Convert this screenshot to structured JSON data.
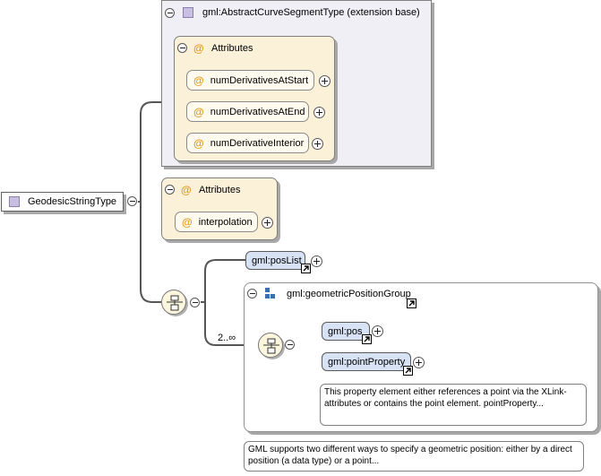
{
  "root": {
    "label": "GeodesicStringType"
  },
  "extension": {
    "label": "gml:AbstractCurveSegmentType (extension base)",
    "attributes_title": "Attributes",
    "attributes": [
      "numDerivativesAtStart",
      "numDerivativesAtEnd",
      "numDerivativeInterior"
    ]
  },
  "own_attributes": {
    "title": "Attributes",
    "items": [
      "interpolation"
    ]
  },
  "sequence": {
    "posList": "gml:posList",
    "occurrence": "2..∞",
    "group": {
      "label": "gml:geometricPositionGroup",
      "elements": [
        "gml:pos",
        "gml:pointProperty"
      ],
      "pointProperty_doc": "This property element either references a point via the XLink-attributes or contains the point element. pointProperty...",
      "group_doc": "GML supports two different ways to specify a geometric position: either by a direct position (a data type) or a point..."
    }
  },
  "colors": {
    "type_box": "#f1eff6",
    "attribute_group": "#fbf1d9",
    "element": "#d7e2f4",
    "attribute_icon": "#e29b21"
  }
}
